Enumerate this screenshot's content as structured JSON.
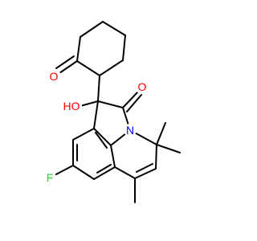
{
  "molecule": {
    "atoms": {
      "o_ketone": "O",
      "o_hydroxyl": "HO",
      "o_lactam": "O",
      "n_ring": "N",
      "f_sub": "F"
    },
    "colors": {
      "bond": "#000000",
      "oxygen": "#ff0000",
      "nitrogen": "#0000ff",
      "fluorine": "#33cc33"
    }
  }
}
